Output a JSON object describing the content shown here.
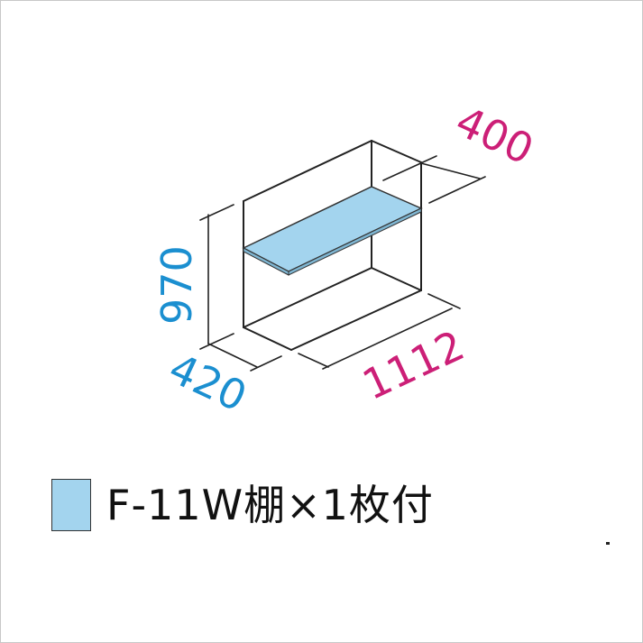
{
  "diagram": {
    "title": "Storage unit dimension diagram",
    "dimensions": {
      "height": "970",
      "depth_total": "420",
      "width": "1112",
      "shelf_depth": "400"
    },
    "colors": {
      "outline": "#222222",
      "shelf_fill": "#a3d4ee",
      "height_depth_label": "#1b8fd0",
      "width_shelf_label": "#cc1f77"
    }
  },
  "legend": {
    "swatch_color": "#a3d4ee",
    "label": "F-11W棚×1枚付"
  }
}
